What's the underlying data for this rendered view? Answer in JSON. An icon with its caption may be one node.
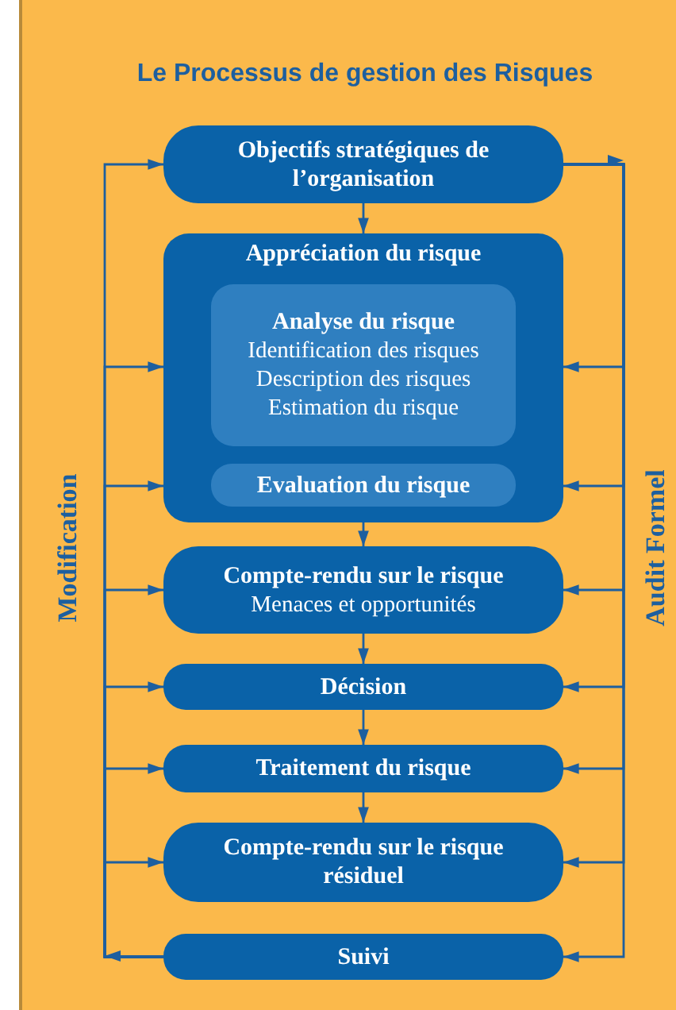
{
  "diagram": {
    "title": "Le Processus de gestion des Risques",
    "nodes": [
      {
        "text": [
          "Objectifs stratégiques de l’organisation"
        ]
      },
      {
        "text": [
          "Appréciation du risque"
        ]
      },
      {
        "text": [
          "Analyse du risque",
          "Identification des risques",
          "Description des risques",
          "Estimation du risque"
        ],
        "in": 1
      },
      {
        "text": [
          "Evaluation du risque"
        ],
        "in": 1
      },
      {
        "text": [
          "Compte-rendu sur le risque",
          "Menaces et opportunités"
        ]
      },
      {
        "text": [
          "Décision"
        ]
      },
      {
        "text": [
          "Traitement du risque"
        ]
      },
      {
        "text": [
          "Compte-rendu sur le risque résiduel"
        ]
      },
      {
        "text": [
          "Suivi"
        ]
      }
    ],
    "edges": [
      {
        "from": 0,
        "to": 1,
        "arrow": "to"
      },
      {
        "from": 1,
        "to": 4,
        "arrow": "to"
      },
      {
        "from": 4,
        "to": 5,
        "arrow": "to"
      },
      {
        "from": 5,
        "to": 6,
        "arrow": "to"
      },
      {
        "from": 6,
        "to": 7,
        "arrow": "to"
      },
      {
        "from": 8,
        "to": 0,
        "arrow": "to"
      },
      {
        "from": 8,
        "to": 1,
        "arrow": "to"
      },
      {
        "from": 8,
        "to": 1,
        "arrow": "to"
      },
      {
        "from": 8,
        "to": 4,
        "arrow": "to"
      },
      {
        "from": 8,
        "to": 5,
        "arrow": "to"
      },
      {
        "from": 8,
        "to": 6,
        "arrow": "to"
      },
      {
        "from": 8,
        "to": 7,
        "arrow": "to"
      },
      {
        "from": 0,
        "to": 1,
        "arrow": "to"
      },
      {
        "from": 0,
        "to": 1,
        "arrow": "to"
      },
      {
        "from": 0,
        "to": 4,
        "arrow": "to"
      },
      {
        "from": 0,
        "to": 5,
        "arrow": "to"
      },
      {
        "from": 0,
        "to": 6,
        "arrow": "to"
      },
      {
        "from": 0,
        "to": 7,
        "arrow": "to"
      },
      {
        "from": 0,
        "to": 8,
        "arrow": "to"
      }
    ],
    "labels": [
      "Modification",
      "Audit Formel"
    ]
  }
}
